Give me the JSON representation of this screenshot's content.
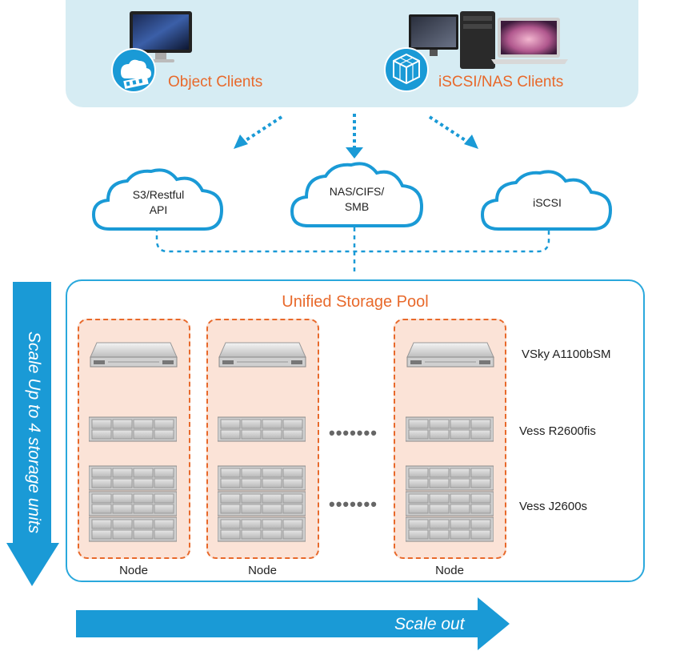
{
  "clients": {
    "object_label": "Object Clients",
    "iscsi_nas_label": "iSCSI/NAS Clients"
  },
  "protocols": {
    "s3": [
      "S3/Restful",
      "API"
    ],
    "nas": [
      "NAS/CIFS/",
      "SMB"
    ],
    "iscsi": [
      "iSCSI"
    ]
  },
  "pool": {
    "title": "Unified Storage Pool",
    "node_label": "Node",
    "dots": "•••••••"
  },
  "devices": {
    "head": "VSky A1100bSM",
    "mid": "Vess R2600fis",
    "jbod": "Vess J2600s"
  },
  "scale": {
    "up": "Scale Up to 4 storage units",
    "out": "Scale out"
  },
  "colors": {
    "accent_blue": "#1a9ad6",
    "accent_orange": "#e8692b",
    "panel_bg": "#d6ecf3",
    "node_bg": "#fbe3d7"
  },
  "icons": [
    "monitor-icon",
    "object-storage-icon",
    "workstation-icon",
    "laptop-icon",
    "cube-icon",
    "cloud-icon",
    "server-icon",
    "disk-enclosure-icon",
    "arrow-down-icon",
    "arrow-right-icon"
  ]
}
